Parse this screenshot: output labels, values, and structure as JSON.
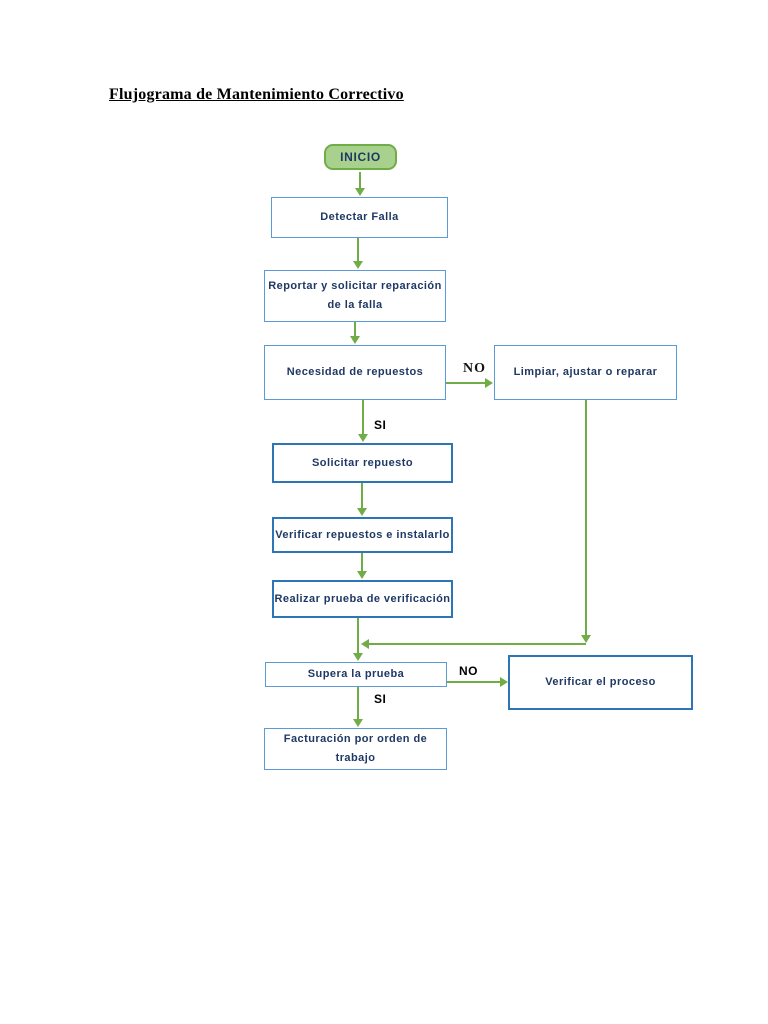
{
  "page": {
    "title": "Flujograma de Mantenimiento Correctivo",
    "background": "#ffffff"
  },
  "colors": {
    "arrow_green": "#70ad47",
    "start_fill": "#a9d18e",
    "start_border": "#70ad47",
    "node_border_light": "#5b9bd5",
    "node_border_dark": "#2e75b6",
    "node_text": "#1f3864",
    "decision_label_text": "#000000"
  },
  "flowchart": {
    "start": {
      "label": "INICIO"
    },
    "nodes": {
      "detectar": {
        "lines": [
          "Detectar Falla"
        ]
      },
      "reportar": {
        "lines": [
          "Reportar y solicitar reparación",
          "de la falla"
        ]
      },
      "necesidad": {
        "lines": [
          "Necesidad de repuestos"
        ]
      },
      "limpiar": {
        "lines": [
          "Limpiar, ajustar o reparar"
        ]
      },
      "solicitar": {
        "lines": [
          "Solicitar repuesto"
        ]
      },
      "verificar_repuestos": {
        "lines": [
          "Verificar repuestos e instalarlo"
        ]
      },
      "realizar_prueba": {
        "lines": [
          "Realizar prueba de verificación"
        ]
      },
      "supera": {
        "lines": [
          "Supera la prueba"
        ]
      },
      "verificar_proceso": {
        "lines": [
          "Verificar el proceso"
        ]
      },
      "facturacion": {
        "lines": [
          "Facturación por orden de",
          "trabajo"
        ]
      }
    },
    "labels": {
      "no_repuestos": "NO",
      "si_repuestos": "SI",
      "no_prueba": "NO",
      "si_prueba": "SI"
    }
  }
}
